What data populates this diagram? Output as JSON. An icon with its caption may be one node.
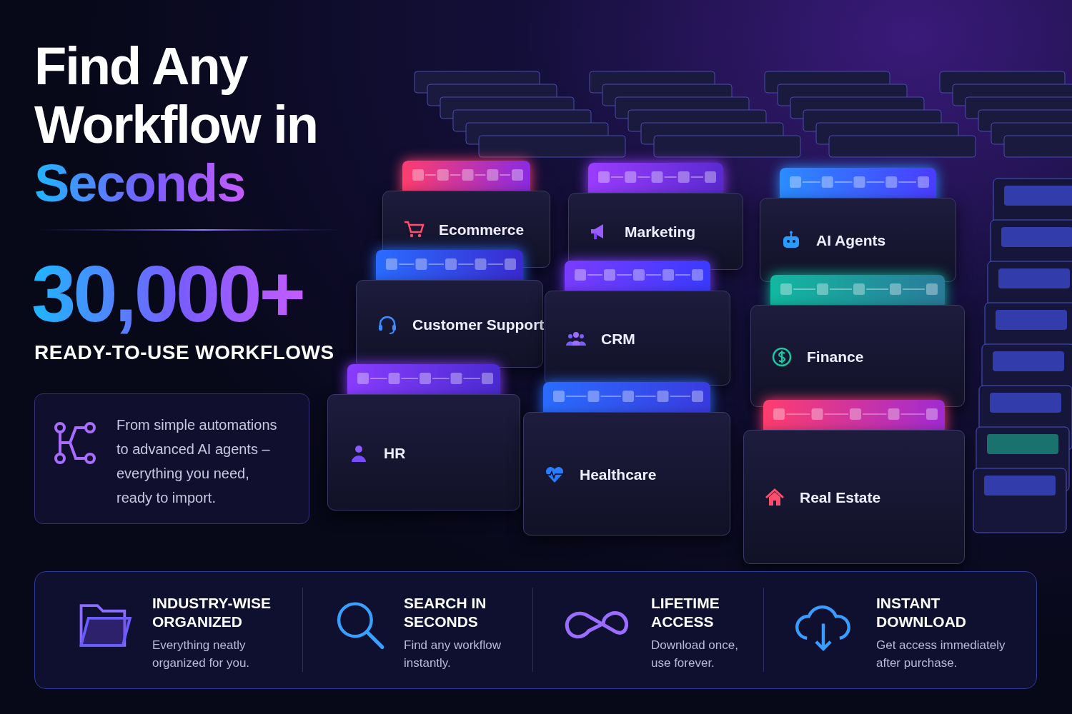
{
  "diagram": {
    "title": "Find Any Workflow in Seconds",
    "nodes": [
      {
        "text": [
          "From simple automations to advanced AI agents – everything you need, ready to import."
        ]
      },
      {
        "text": [
          "Ecommerce"
        ]
      },
      {
        "text": [
          "Marketing"
        ]
      },
      {
        "text": [
          "AI Agents"
        ]
      },
      {
        "text": [
          "Customer Support"
        ]
      },
      {
        "text": [
          "CRM"
        ]
      },
      {
        "text": [
          "Finance"
        ]
      },
      {
        "text": [
          "HR"
        ]
      },
      {
        "text": [
          "Healthcare"
        ]
      },
      {
        "text": [
          "Real Estate"
        ]
      }
    ],
    "labels": [
      "30,000+",
      "READY-TO-USE WORKFLOWS",
      "INDUSTRY-WISE ORGANIZED",
      "Everything neatly organized for you.",
      "SEARCH IN SECONDS",
      "Find any workflow instantly.",
      "LIFETIME ACCESS",
      "Download once, use forever.",
      "INSTANT DOWNLOAD",
      "Get access immediately after purchase."
    ]
  }
}
